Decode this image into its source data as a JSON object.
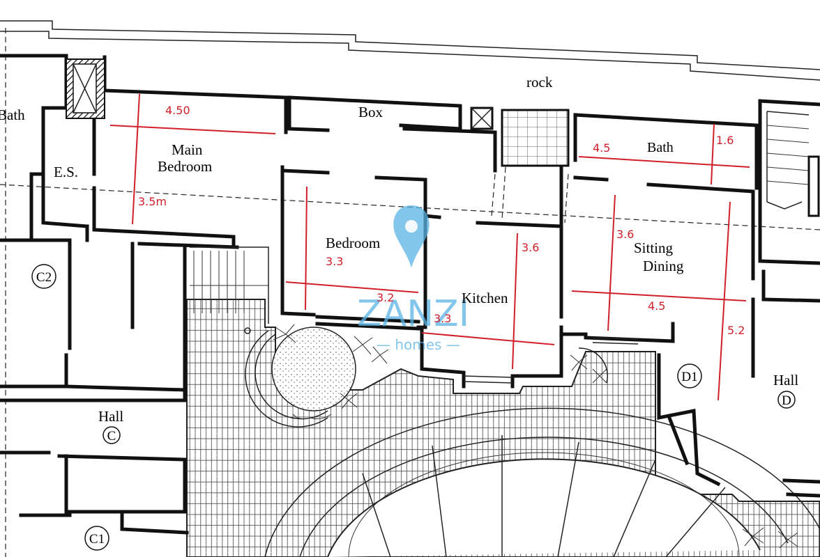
{
  "rooms": {
    "bath_left": "Bath",
    "es": "E.S.",
    "main_bedroom_line1": "Main",
    "main_bedroom_line2": "Bedroom",
    "box": "Box",
    "rock": "rock",
    "bath_right": "Bath",
    "bedroom": "Bedroom",
    "kitchen": "Kitchen",
    "sitting_line1": "Sitting",
    "sitting_line2": "Dining",
    "hall_c": "Hall",
    "hall_d": "Hall"
  },
  "dimensions": {
    "main_bedroom_width": "4.50",
    "main_bedroom_depth": "3.5m",
    "bath_width": "4.5",
    "bath_depth": "1.6",
    "bedroom_depth": "3.3",
    "bedroom_width": "3.2",
    "kitchen_width": "3.3",
    "kitchen_depth": "3.6",
    "sitting_depth": "3.6",
    "sitting_width": "4.5",
    "sitting_depth2": "5.2"
  },
  "markers": {
    "c2": "C2",
    "c": "C",
    "c1": "C1",
    "d1": "D1",
    "d": "D"
  },
  "watermark": {
    "brand": "ZANZI",
    "sub": "— homes —"
  },
  "colors": {
    "dimension": "#d0202a",
    "watermark": "#5ab3e6",
    "walls": "#111111"
  }
}
